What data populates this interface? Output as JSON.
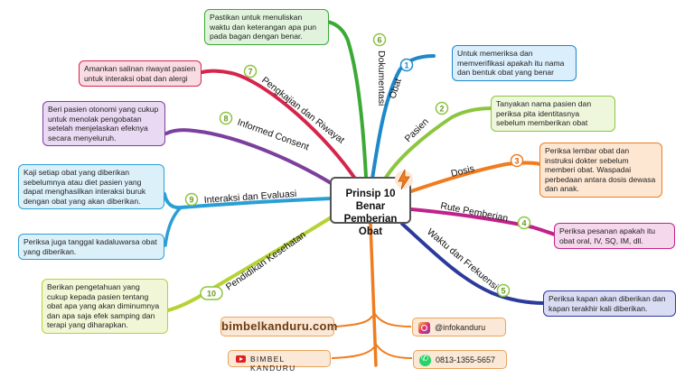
{
  "center": {
    "line1": "Prinsip 10 Benar",
    "line2": "Pemberian Obat"
  },
  "branches": [
    {
      "num": "1",
      "label": "Obat",
      "note": "Untuk memeriksa dan memverifikasi apakah itu nama dan bentuk obat yang benar",
      "color": "#1e88c8",
      "fill": "#dbeefb"
    },
    {
      "num": "2",
      "label": "Pasien",
      "note": "Tanyakan nama pasien dan periksa pita identitasnya sebelum memberikan obat",
      "color": "#8cc63f",
      "fill": "#eef7dc"
    },
    {
      "num": "3",
      "label": "Dosis",
      "note": "Periksa lembar obat dan instruksi dokter sebelum memberi obat. Waspadai perbedaan antara dosis dewasa dan anak.",
      "color": "#f07c1e",
      "fill": "#fde7d3"
    },
    {
      "num": "4",
      "label": "Rute Pemberian",
      "note": "Periksa pesanan apakah itu obat oral, IV, SQ, IM, dll.",
      "color": "#c0228b",
      "fill": "#f6d8ec"
    },
    {
      "num": "5",
      "label": "Waktu dan Frekuensi",
      "note": "Periksa kapan akan diberikan dan kapan terakhir kali diberikan.",
      "color": "#2b3a9b",
      "fill": "#d9dcf3"
    },
    {
      "num": "6",
      "label": "Dokumentasi",
      "note": "Pastikan untuk menuliskan waktu dan keterangan apa pun pada bagan dengan benar.",
      "color": "#3aaa35",
      "fill": "#e1f3dd"
    },
    {
      "num": "7",
      "label": "Pengkajian dan Riwayat",
      "note": "Amankan salinan riwayat pasien untuk interaksi obat dan alergi",
      "color": "#d6254d",
      "fill": "#f9dce3"
    },
    {
      "num": "8",
      "label": "Informed Consent",
      "note": "Beri pasien otonomi yang cukup untuk menolak pengobatan setelah menjelaskan efeknya secara menyeluruh.",
      "color": "#7b3f9e",
      "fill": "#ead9f2"
    },
    {
      "num": "9",
      "label": "Interaksi dan Evaluasi",
      "note": "Kaji setiap obat yang diberikan sebelumnya atau diet pasien yang dapat menghasilkan interaksi buruk dengan obat yang akan diberikan.",
      "note2": "Periksa juga tanggal kadaluwarsa obat yang diberikan.",
      "color": "#2a9fd6",
      "fill": "#dcf0fa"
    },
    {
      "num": "10",
      "label": "Pendidikan Kesehatan",
      "note": "Berikan pengetahuan yang cukup kepada pasien tentang obat apa yang akan diminumnya dan apa saja efek samping dan terapi yang diharapkan.",
      "color": "#b5d334",
      "fill": "#f1f7d6"
    }
  ],
  "brand": {
    "website": "bimbelkanduru.com",
    "youtube": "BIMBEL KANDURU",
    "instagram": "@infokanduru",
    "whatsapp": "0813-1355-5657"
  },
  "colors": {
    "bottom_branch": "#f07c1e",
    "contact_fill": "#fbe8d6"
  }
}
